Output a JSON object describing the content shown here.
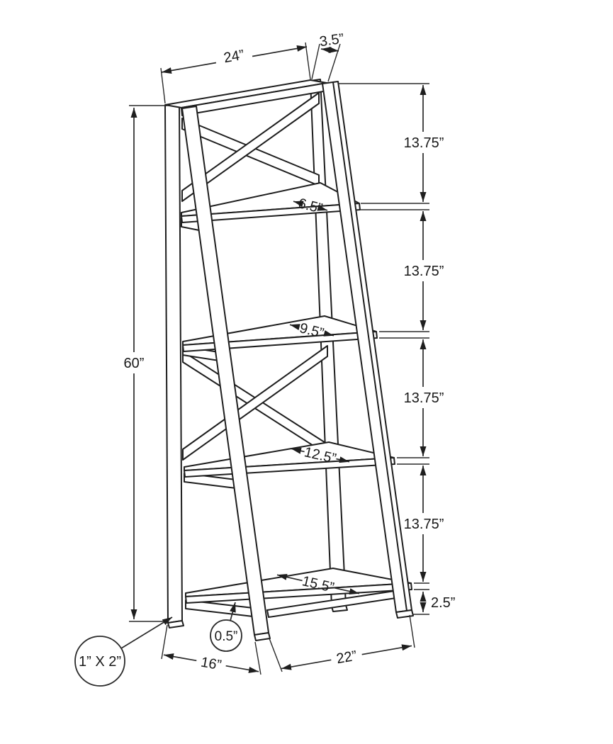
{
  "drawing": {
    "kind": "ladder-bookcase-dimension-diagram",
    "labels": {
      "top_width": "24”",
      "top_depth": "3.5”",
      "overall_height": "60”",
      "shelf_spacing_1": "13.75”",
      "shelf_spacing_2": "13.75”",
      "shelf_spacing_3": "13.75”",
      "shelf_spacing_4": "13.75”",
      "bottom_clearance": "2.5”",
      "shelf_1_depth": "6.5”",
      "shelf_2_depth": "9.5”",
      "shelf_3_depth": "12.5”",
      "shelf_4_depth": "15.5”",
      "shelf_thickness": "0.5”",
      "frame_profile": "1” X 2”",
      "base_depth": "16”",
      "base_width": "22”"
    }
  }
}
